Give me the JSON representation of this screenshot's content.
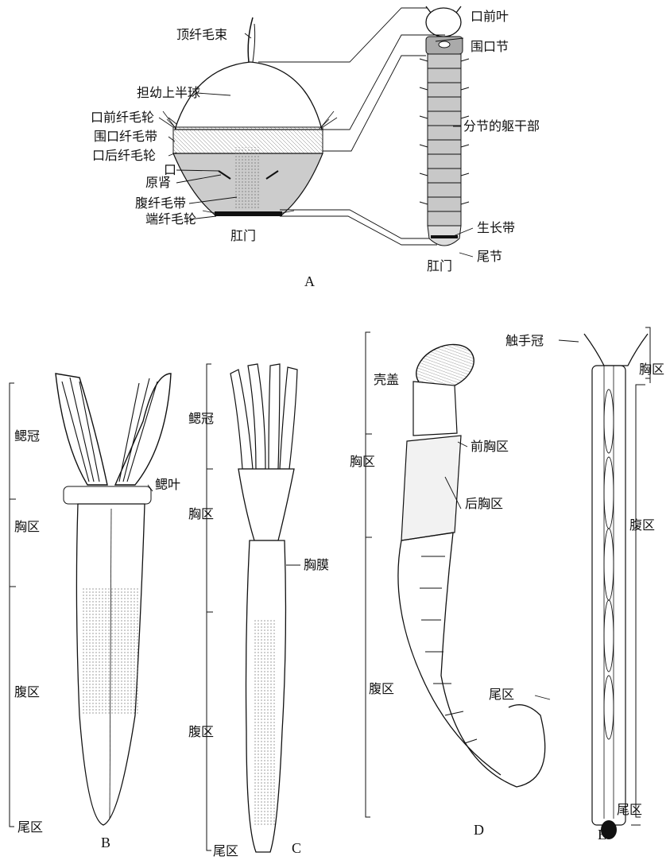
{
  "panelA": {
    "letter": "A",
    "larva": {
      "apical_tuft": "顶纤毛束",
      "episphere": "担幼上半球",
      "prototroch": "口前纤毛轮",
      "perioral_band": "围口纤毛带",
      "metatroch": "口后纤毛轮",
      "mouth": "口",
      "protonephridium": "原肾",
      "neurotroch": "腹纤毛带",
      "telotroch": "端纤毛轮",
      "anus": "肛门"
    },
    "adult": {
      "prostomium": "口前叶",
      "peristomium": "围口节",
      "trunk": "分节的躯干部",
      "growth_zone": "生长带",
      "pygidium": "尾节",
      "anus": "肛门"
    }
  },
  "panelB": {
    "letter": "B",
    "branchial_crown": "鳃冠",
    "gill_lobe": "鳃叶",
    "thorax": "胸区",
    "abdomen": "腹区",
    "tail": "尾区"
  },
  "panelC": {
    "letter": "C",
    "branchial_crown": "鳃冠",
    "thorax": "胸区",
    "thoracic_membrane": "胸膜",
    "abdomen": "腹区",
    "tail": "尾区"
  },
  "panelD": {
    "letter": "D",
    "operculum": "壳盖",
    "thorax": "胸区",
    "anterior_thorax": "前胸区",
    "posterior_thorax": "后胸区",
    "abdomen": "腹区",
    "tail": "尾区"
  },
  "panelE": {
    "letter": "E",
    "tentacle_crown": "触手冠",
    "thorax": "胸区",
    "abdomen": "腹区",
    "tail": "尾区"
  }
}
